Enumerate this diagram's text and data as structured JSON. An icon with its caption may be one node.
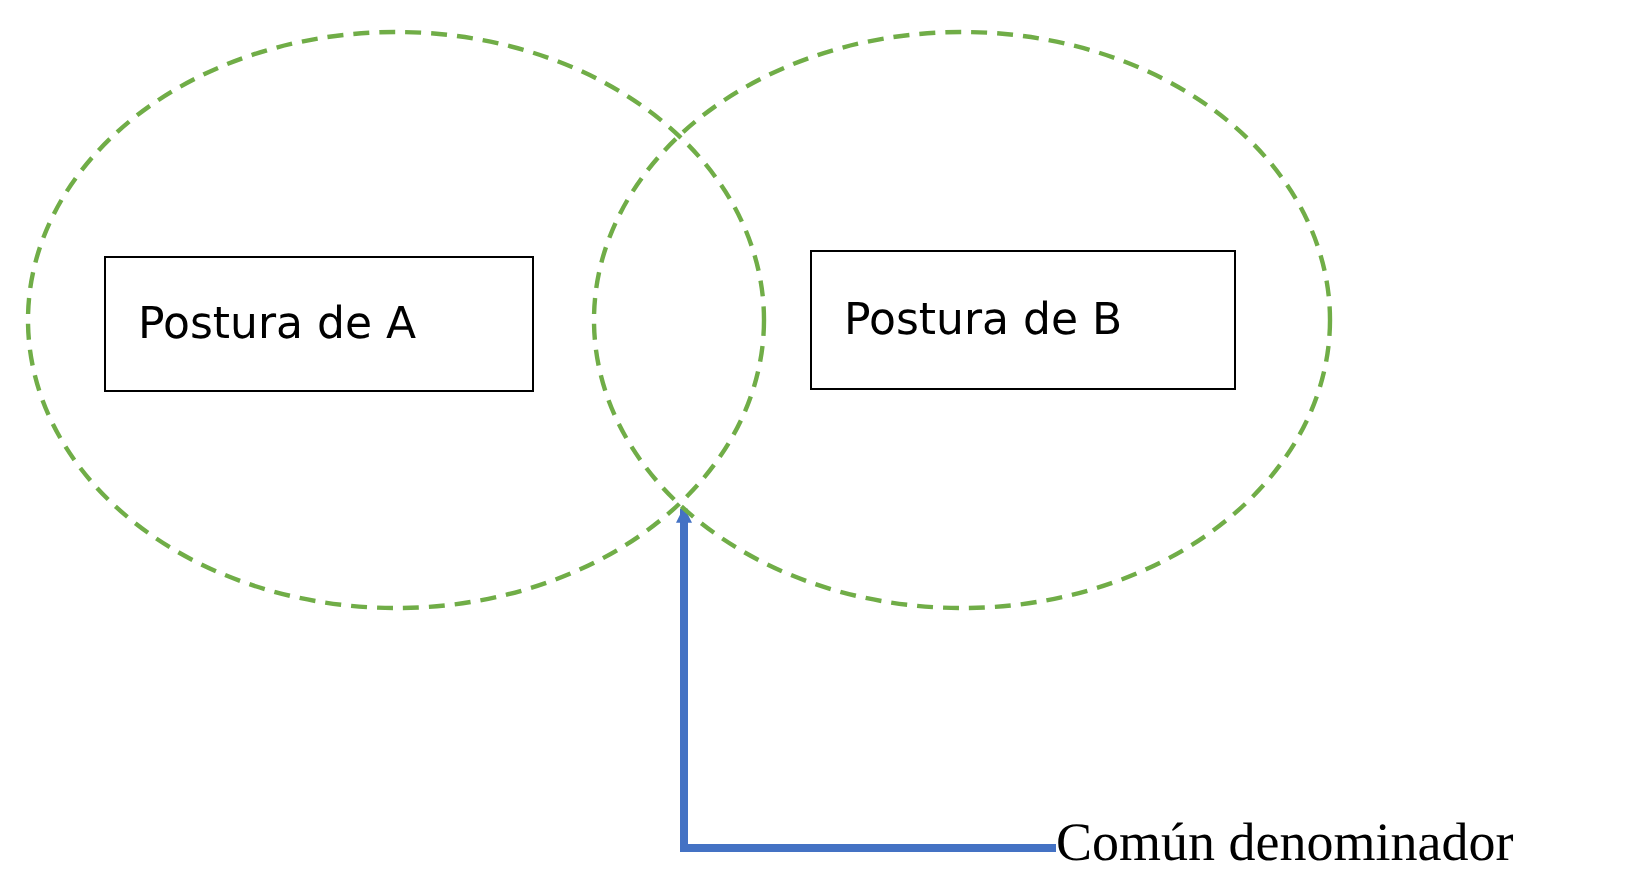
{
  "diagram": {
    "nodes": [
      {
        "text": [],
        "shape": "ellipse"
      },
      {
        "text": [
          "Postura de A"
        ],
        "in": 0
      },
      {
        "text": [],
        "shape": "ellipse"
      },
      {
        "text": [
          "Postura de B"
        ],
        "in": 2
      },
      {
        "text": [
          "Común denominador"
        ]
      }
    ],
    "edges": [
      {
        "from": 4,
        "to": 2,
        "arrow": "to"
      }
    ]
  }
}
